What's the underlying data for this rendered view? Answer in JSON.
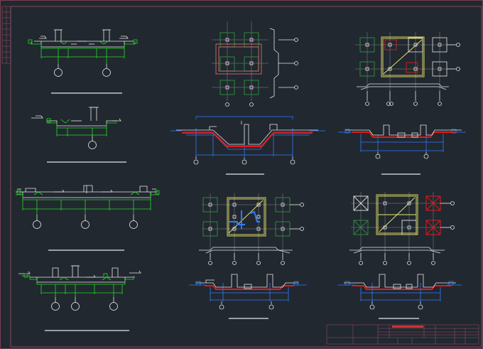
{
  "sheet": {
    "background": "#212830",
    "border_color": "#a0506a",
    "title_block_label": ""
  },
  "palette": {
    "structure": "#e6e6e6",
    "rebar_green": "#22dd22",
    "dimension_blue": "#2f7bff",
    "section_red": "#dd1d1d",
    "column_yellow": "#e8e86a",
    "pad_green": "#2a8a3a",
    "salmon": "#e07a74"
  },
  "views": [
    {
      "id": "bearing-section-1",
      "type": "cross-section",
      "grid_markers": 2
    },
    {
      "id": "bearing-section-2",
      "type": "cross-section",
      "grid_markers": 1
    },
    {
      "id": "bearing-section-3",
      "type": "cross-section",
      "grid_markers": 3
    },
    {
      "id": "bearing-section-4",
      "type": "cross-section",
      "grid_markers": 3
    },
    {
      "id": "plan-view-1",
      "type": "plan",
      "grid_markers": 5
    },
    {
      "id": "plan-view-2",
      "type": "plan",
      "grid_markers": 6
    },
    {
      "id": "plan-view-3",
      "type": "plan",
      "grid_markers": 6
    },
    {
      "id": "plan-view-4",
      "type": "plan",
      "grid_markers": 6
    },
    {
      "id": "section-detail-1",
      "type": "section",
      "grid_markers": 3
    },
    {
      "id": "section-detail-2",
      "type": "section",
      "grid_markers": 2
    },
    {
      "id": "section-detail-3",
      "type": "section",
      "grid_markers": 2
    },
    {
      "id": "section-detail-4",
      "type": "section",
      "grid_markers": 2
    }
  ]
}
